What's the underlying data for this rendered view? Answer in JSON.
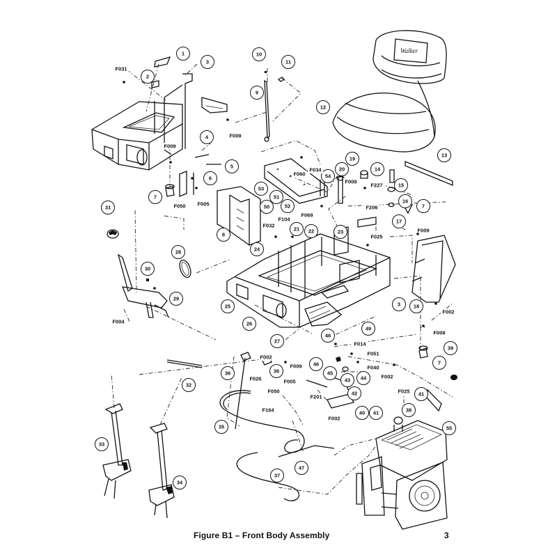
{
  "caption": "Figure B1 – Front Body Assembly",
  "page_number": "3",
  "seat_brand": "Walker",
  "callouts": [
    "1",
    "2",
    "3",
    "4",
    "5",
    "6",
    "7",
    "8",
    "9",
    "10",
    "11",
    "12",
    "13",
    "14",
    "15",
    "16",
    "7",
    "17",
    "18",
    "19",
    "20",
    "21",
    "22",
    "23",
    "24",
    "25",
    "26",
    "27",
    "28",
    "29",
    "30",
    "31",
    "32",
    "33",
    "34",
    "35",
    "36",
    "36",
    "37",
    "38",
    "39",
    "40",
    "41",
    "41",
    "42",
    "43",
    "44",
    "45",
    "46",
    "47",
    "48",
    "49",
    "50",
    "51",
    "52",
    "53",
    "54",
    "55",
    "7",
    "3"
  ],
  "fastener_labels": [
    "F031",
    "F009",
    "F009",
    "F050",
    "F005",
    "F060",
    "F034",
    "F009",
    "F227",
    "F206",
    "F069",
    "F104",
    "F032",
    "F025",
    "F009",
    "F002",
    "F009",
    "F014",
    "F051",
    "F040",
    "F002",
    "F009",
    "F002",
    "F026",
    "F005",
    "F201",
    "F050",
    "F164",
    "F002",
    "F025",
    "F004"
  ]
}
